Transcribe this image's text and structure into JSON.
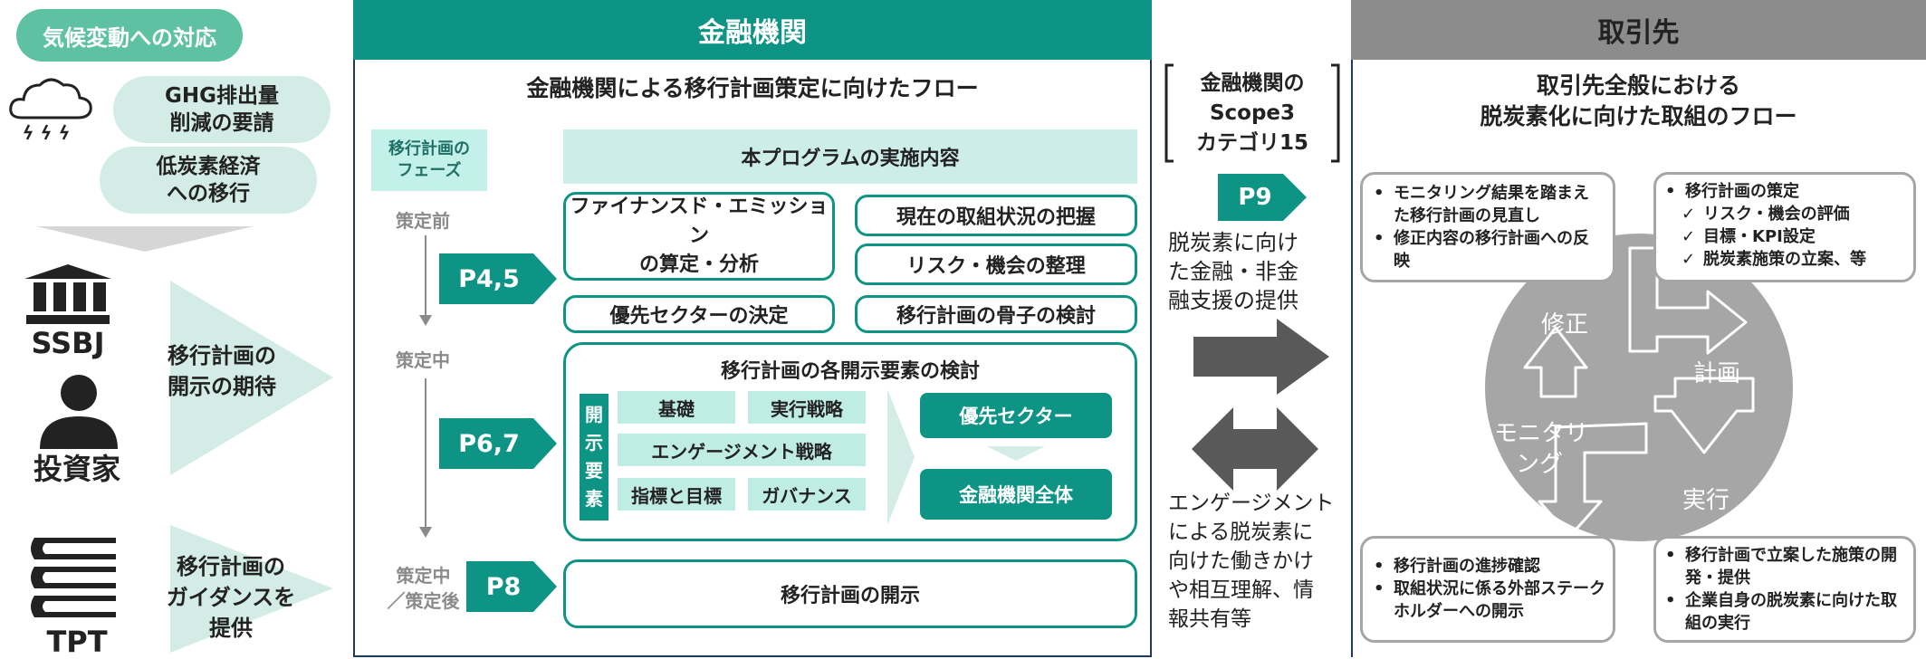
{
  "left": {
    "header": "気候変動への対応",
    "bubble1": [
      "GHG排出量",
      "削減の要請"
    ],
    "bubble2": [
      "低炭素経済",
      "への移行"
    ],
    "ssbj": "SSBJ",
    "investor": "投資家",
    "tpt": "TPT",
    "expect": [
      "移行計画の",
      "開示の期待"
    ],
    "guidance": [
      "移行計画の",
      "ガイダンスを",
      "提供"
    ]
  },
  "fi": {
    "header": "金融機関",
    "title": "金融機関による移行計画策定に向けたフロー",
    "phase_label": [
      "移行計画の",
      "フェーズ"
    ],
    "program_label": "本プログラムの実施内容",
    "phases": {
      "before": "策定前",
      "during": "策定中",
      "during_after": [
        "策定中",
        "／策定後"
      ]
    },
    "pages": {
      "p45": "P4,5",
      "p67": "P6,7",
      "p8": "P8"
    },
    "boxes": {
      "financed": [
        "ファイナンスド・エミッション",
        "の算定・分析"
      ],
      "current": "現在の取組状況の把握",
      "risk": "リスク・機会の整理",
      "sector": "優先セクターの決定",
      "skeleton": "移行計画の骨子の検討",
      "disclosure_group": "移行計画の各開示要素の検討",
      "elements_vertical": [
        "開",
        "示",
        "要",
        "素"
      ],
      "elements": {
        "basics": "基礎",
        "strategy": "実行戦略",
        "engagement": "エンゲージメント戦略",
        "metrics": "指標と目標",
        "governance": "ガバナンス"
      },
      "priority_sector": "優先セクター",
      "whole": "金融機関全体",
      "disclose": "移行計画の開示"
    }
  },
  "middle": {
    "scope3": [
      "金融機関の",
      "Scope3",
      "カテゴリ15"
    ],
    "p9": "P9",
    "support": [
      "脱炭素に向け",
      "た金融・非金",
      "融支援の提供"
    ],
    "engagement": [
      "エンゲージメント",
      "による脱炭素に",
      "向けた働きかけ",
      "や相互理解、情",
      "報共有等"
    ]
  },
  "client": {
    "header": "取引先",
    "title": [
      "取引先全般における",
      "脱炭素化に向けた取組のフロー"
    ],
    "box_tl": [
      "モニタリング結果を踏まえた移行計画の見直し",
      "修正内容の移行計画への反映"
    ],
    "box_tr_head": "移行計画の策定",
    "box_tr_items": [
      "リスク・機会の評価",
      "目標・KPI設定",
      "脱炭素施策の立案、等"
    ],
    "box_bl": [
      "移行計画の進捗確認",
      "取組状況に係る外部ステークホルダーへの開示"
    ],
    "box_br": [
      "移行計画で立案した施策の開発・提供",
      "企業自身の脱炭素に向けた取組の実行"
    ],
    "cycle": {
      "revise": "修正",
      "plan": "計画",
      "monitor": [
        "モニタリ",
        "ング"
      ],
      "execute": "実行"
    }
  },
  "colors": {
    "teal": "#0e9484",
    "mint": "#cdeee8",
    "gray": "#a6a6a6",
    "dark_arrow": "#595959",
    "client_header": "#8c8c8c"
  }
}
